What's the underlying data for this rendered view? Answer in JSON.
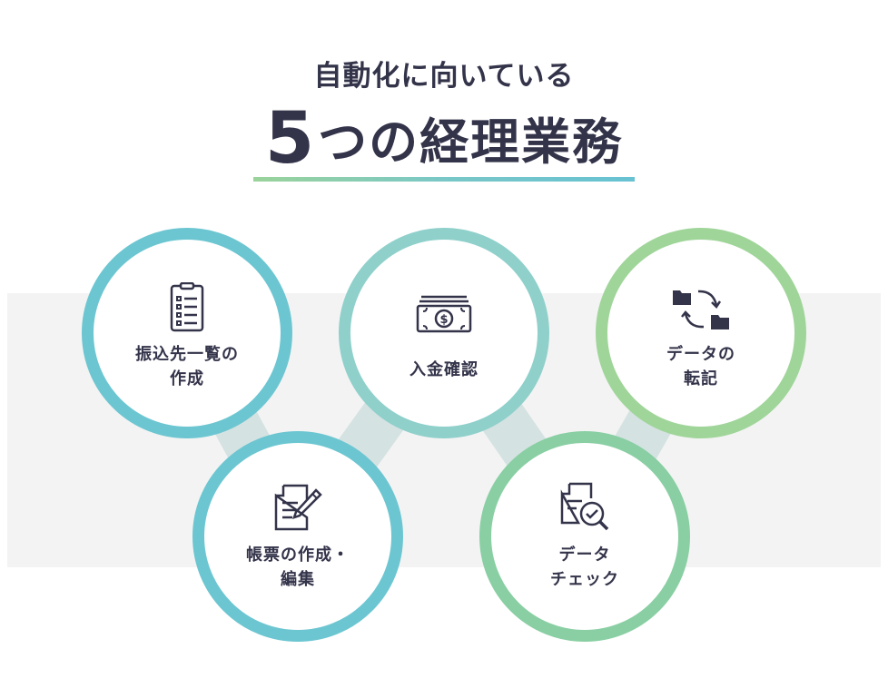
{
  "header": {
    "subtitle": "自動化に向いている",
    "title_number": "5",
    "title_rest": "つの経理業務"
  },
  "items": [
    {
      "line1": "振込先一覧の",
      "line2": "作成",
      "icon": "checklist-icon",
      "color": "#6cc6d1"
    },
    {
      "line1": "入金確認",
      "line2": "",
      "icon": "money-icon",
      "color": "#8fd0cb"
    },
    {
      "line1": "データの",
      "line2": "転記",
      "icon": "folder-transfer-icon",
      "color": "#a0d59a"
    },
    {
      "line1": "帳票の作成・",
      "line2": "編集",
      "icon": "document-edit-icon",
      "color": "#6cc6d1"
    },
    {
      "line1": "データ",
      "line2": "チェック",
      "icon": "document-search-icon",
      "color": "#89cfa3"
    }
  ],
  "colors": {
    "text": "#33334a",
    "band": "#f3f3f3",
    "connector": "#d5e2e2",
    "underline_start": "#9ad39a",
    "underline_end": "#67c2d2"
  }
}
